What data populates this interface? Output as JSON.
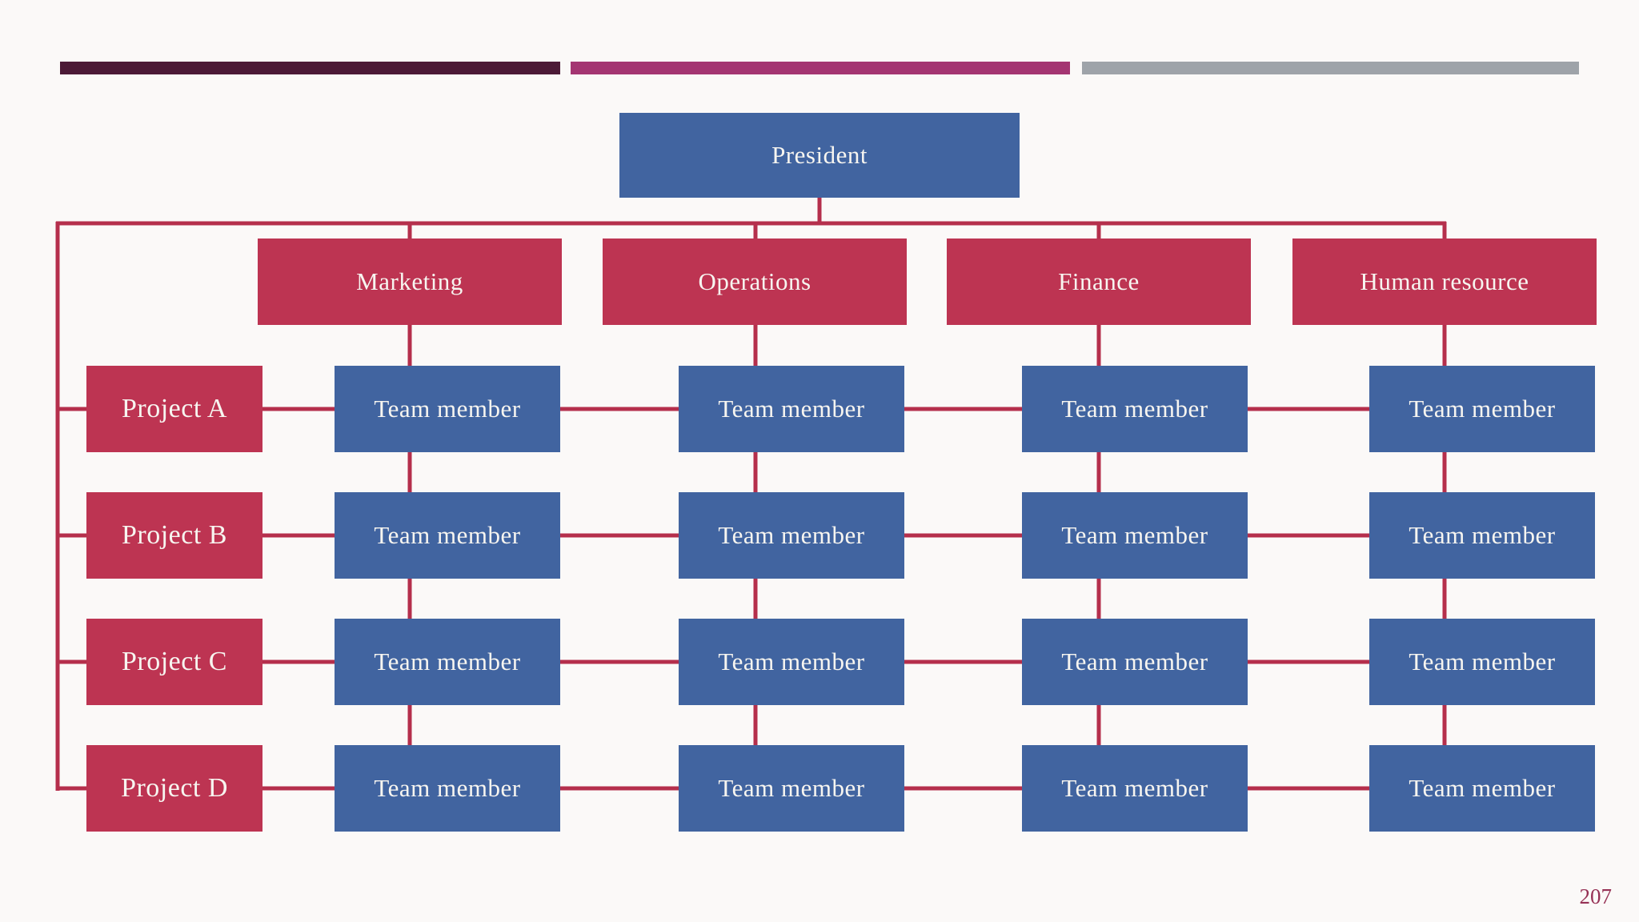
{
  "theme": {
    "bg": "#fbf9f8",
    "box-blue": "#4164a0",
    "box-red": "#bd3452",
    "line": "#b52f4c",
    "box-text": "#f7f5f0",
    "bar1": "#4c1a37",
    "bar2": "#a43572",
    "bar3": "#9ea3a9",
    "page-number-color": "#963155"
  },
  "org": {
    "president": {
      "label": "President"
    },
    "departments": [
      {
        "label": "Marketing"
      },
      {
        "label": "Operations"
      },
      {
        "label": "Finance"
      },
      {
        "label": "Human resource"
      }
    ],
    "projects": [
      {
        "label": "Project A"
      },
      {
        "label": "Project B"
      },
      {
        "label": "Project C"
      },
      {
        "label": "Project D"
      }
    ],
    "team_member_label": "Team member",
    "grid": {
      "rows": 4,
      "cols": 4
    }
  },
  "page": {
    "number": "207"
  }
}
